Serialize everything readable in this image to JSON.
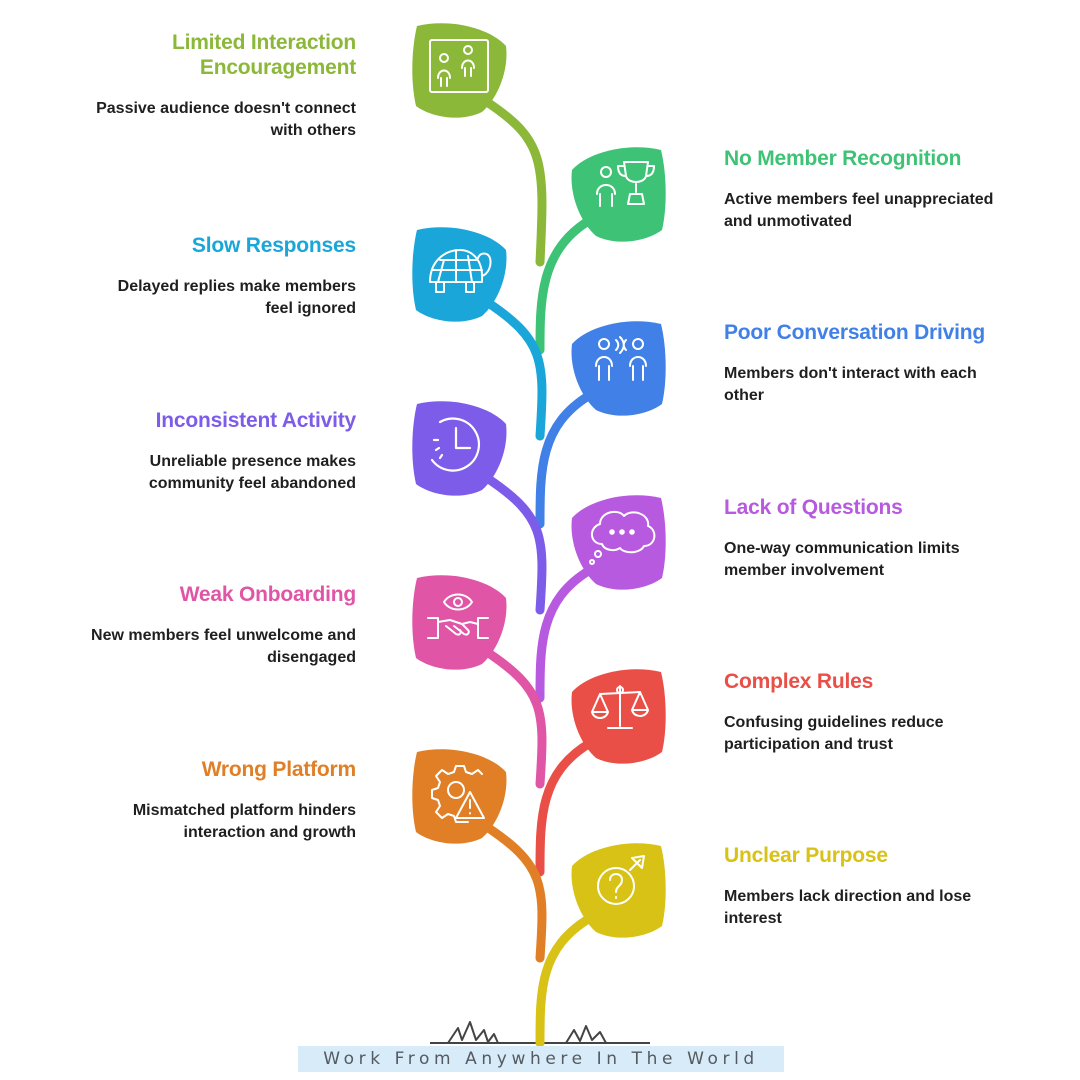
{
  "items": [
    {
      "id": "limited-interaction",
      "side": "left",
      "color": "#8cb83a",
      "icon": "presentation-audience-icon",
      "title": "Limited Interaction Encouragement",
      "description": "Passive audience doesn't connect with others"
    },
    {
      "id": "no-member-recognition",
      "side": "right",
      "color": "#3ec376",
      "icon": "trophy-person-icon",
      "title": "No Member Recognition",
      "description": "Active members feel unappreciated and unmotivated"
    },
    {
      "id": "slow-responses",
      "side": "left",
      "color": "#1aa6d9",
      "icon": "turtle-icon",
      "title": "Slow Responses",
      "description": "Delayed replies make members feel ignored"
    },
    {
      "id": "poor-conversation",
      "side": "right",
      "color": "#4180e6",
      "icon": "people-talking-icon",
      "title": "Poor Conversation Driving",
      "description": "Members don't interact with each other"
    },
    {
      "id": "inconsistent-activity",
      "side": "left",
      "color": "#7d5cea",
      "icon": "clock-icon",
      "title": "Inconsistent Activity",
      "description": "Unreliable presence makes community feel abandoned"
    },
    {
      "id": "lack-of-questions",
      "side": "right",
      "color": "#b75ae0",
      "icon": "thought-bubble-icon",
      "title": "Lack of Questions",
      "description": "One-way communication limits member involvement"
    },
    {
      "id": "weak-onboarding",
      "side": "left",
      "color": "#e055a6",
      "icon": "handshake-eye-icon",
      "title": "Weak Onboarding",
      "description": "New members feel unwelcome and disengaged"
    },
    {
      "id": "complex-rules",
      "side": "right",
      "color": "#e94f47",
      "icon": "scales-icon",
      "title": "Complex Rules",
      "description": "Confusing guidelines reduce participation and trust"
    },
    {
      "id": "wrong-platform",
      "side": "left",
      "color": "#e07f26",
      "icon": "gear-warning-icon",
      "title": "Wrong Platform",
      "description": "Mismatched platform hinders interaction and growth"
    },
    {
      "id": "unclear-purpose",
      "side": "right",
      "color": "#d8c216",
      "icon": "question-compass-icon",
      "title": "Unclear Purpose",
      "description": "Members lack direction and lose interest"
    }
  ],
  "footer": {
    "text": "Work From Anywhere In The World"
  }
}
